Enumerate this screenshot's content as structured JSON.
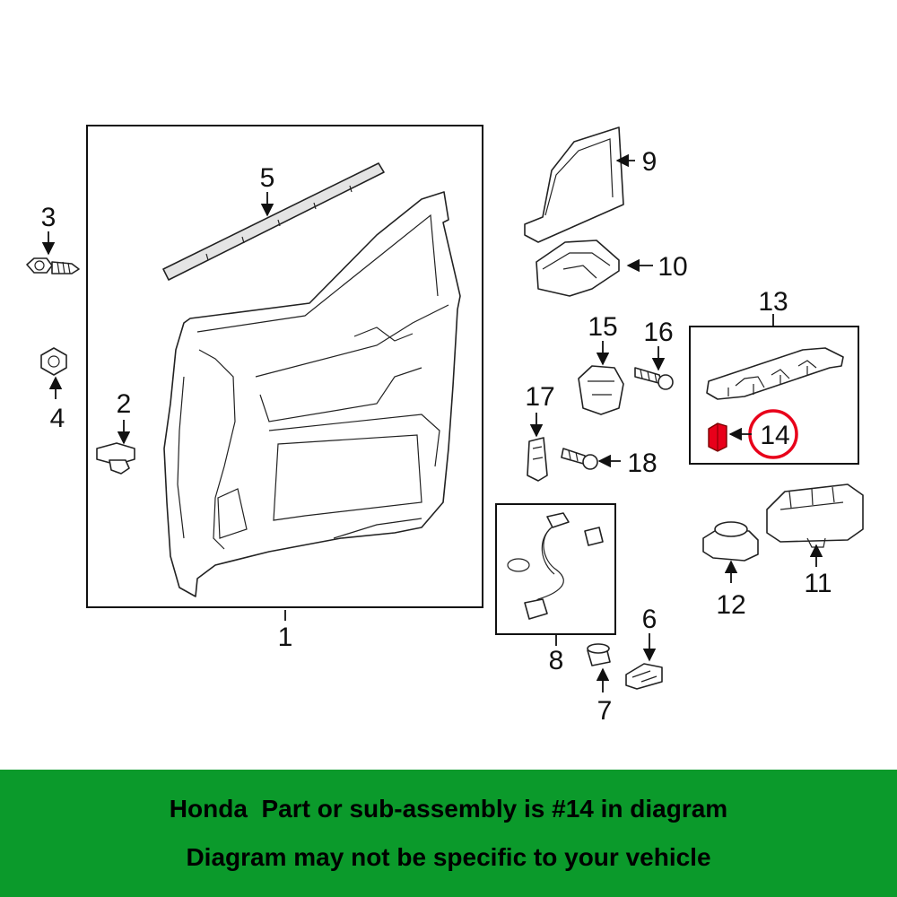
{
  "diagram": {
    "callouts": [
      "1",
      "2",
      "3",
      "4",
      "5",
      "6",
      "7",
      "8",
      "9",
      "10",
      "11",
      "12",
      "13",
      "14",
      "15",
      "16",
      "17",
      "18"
    ],
    "highlighted_part": "14",
    "highlight_color": "#e8001a",
    "banner_color": "#0b9a2b"
  },
  "banner": {
    "line1": "Honda  Part or sub-assembly is #14 in diagram",
    "line2": "Diagram may not be specific to your vehicle"
  }
}
